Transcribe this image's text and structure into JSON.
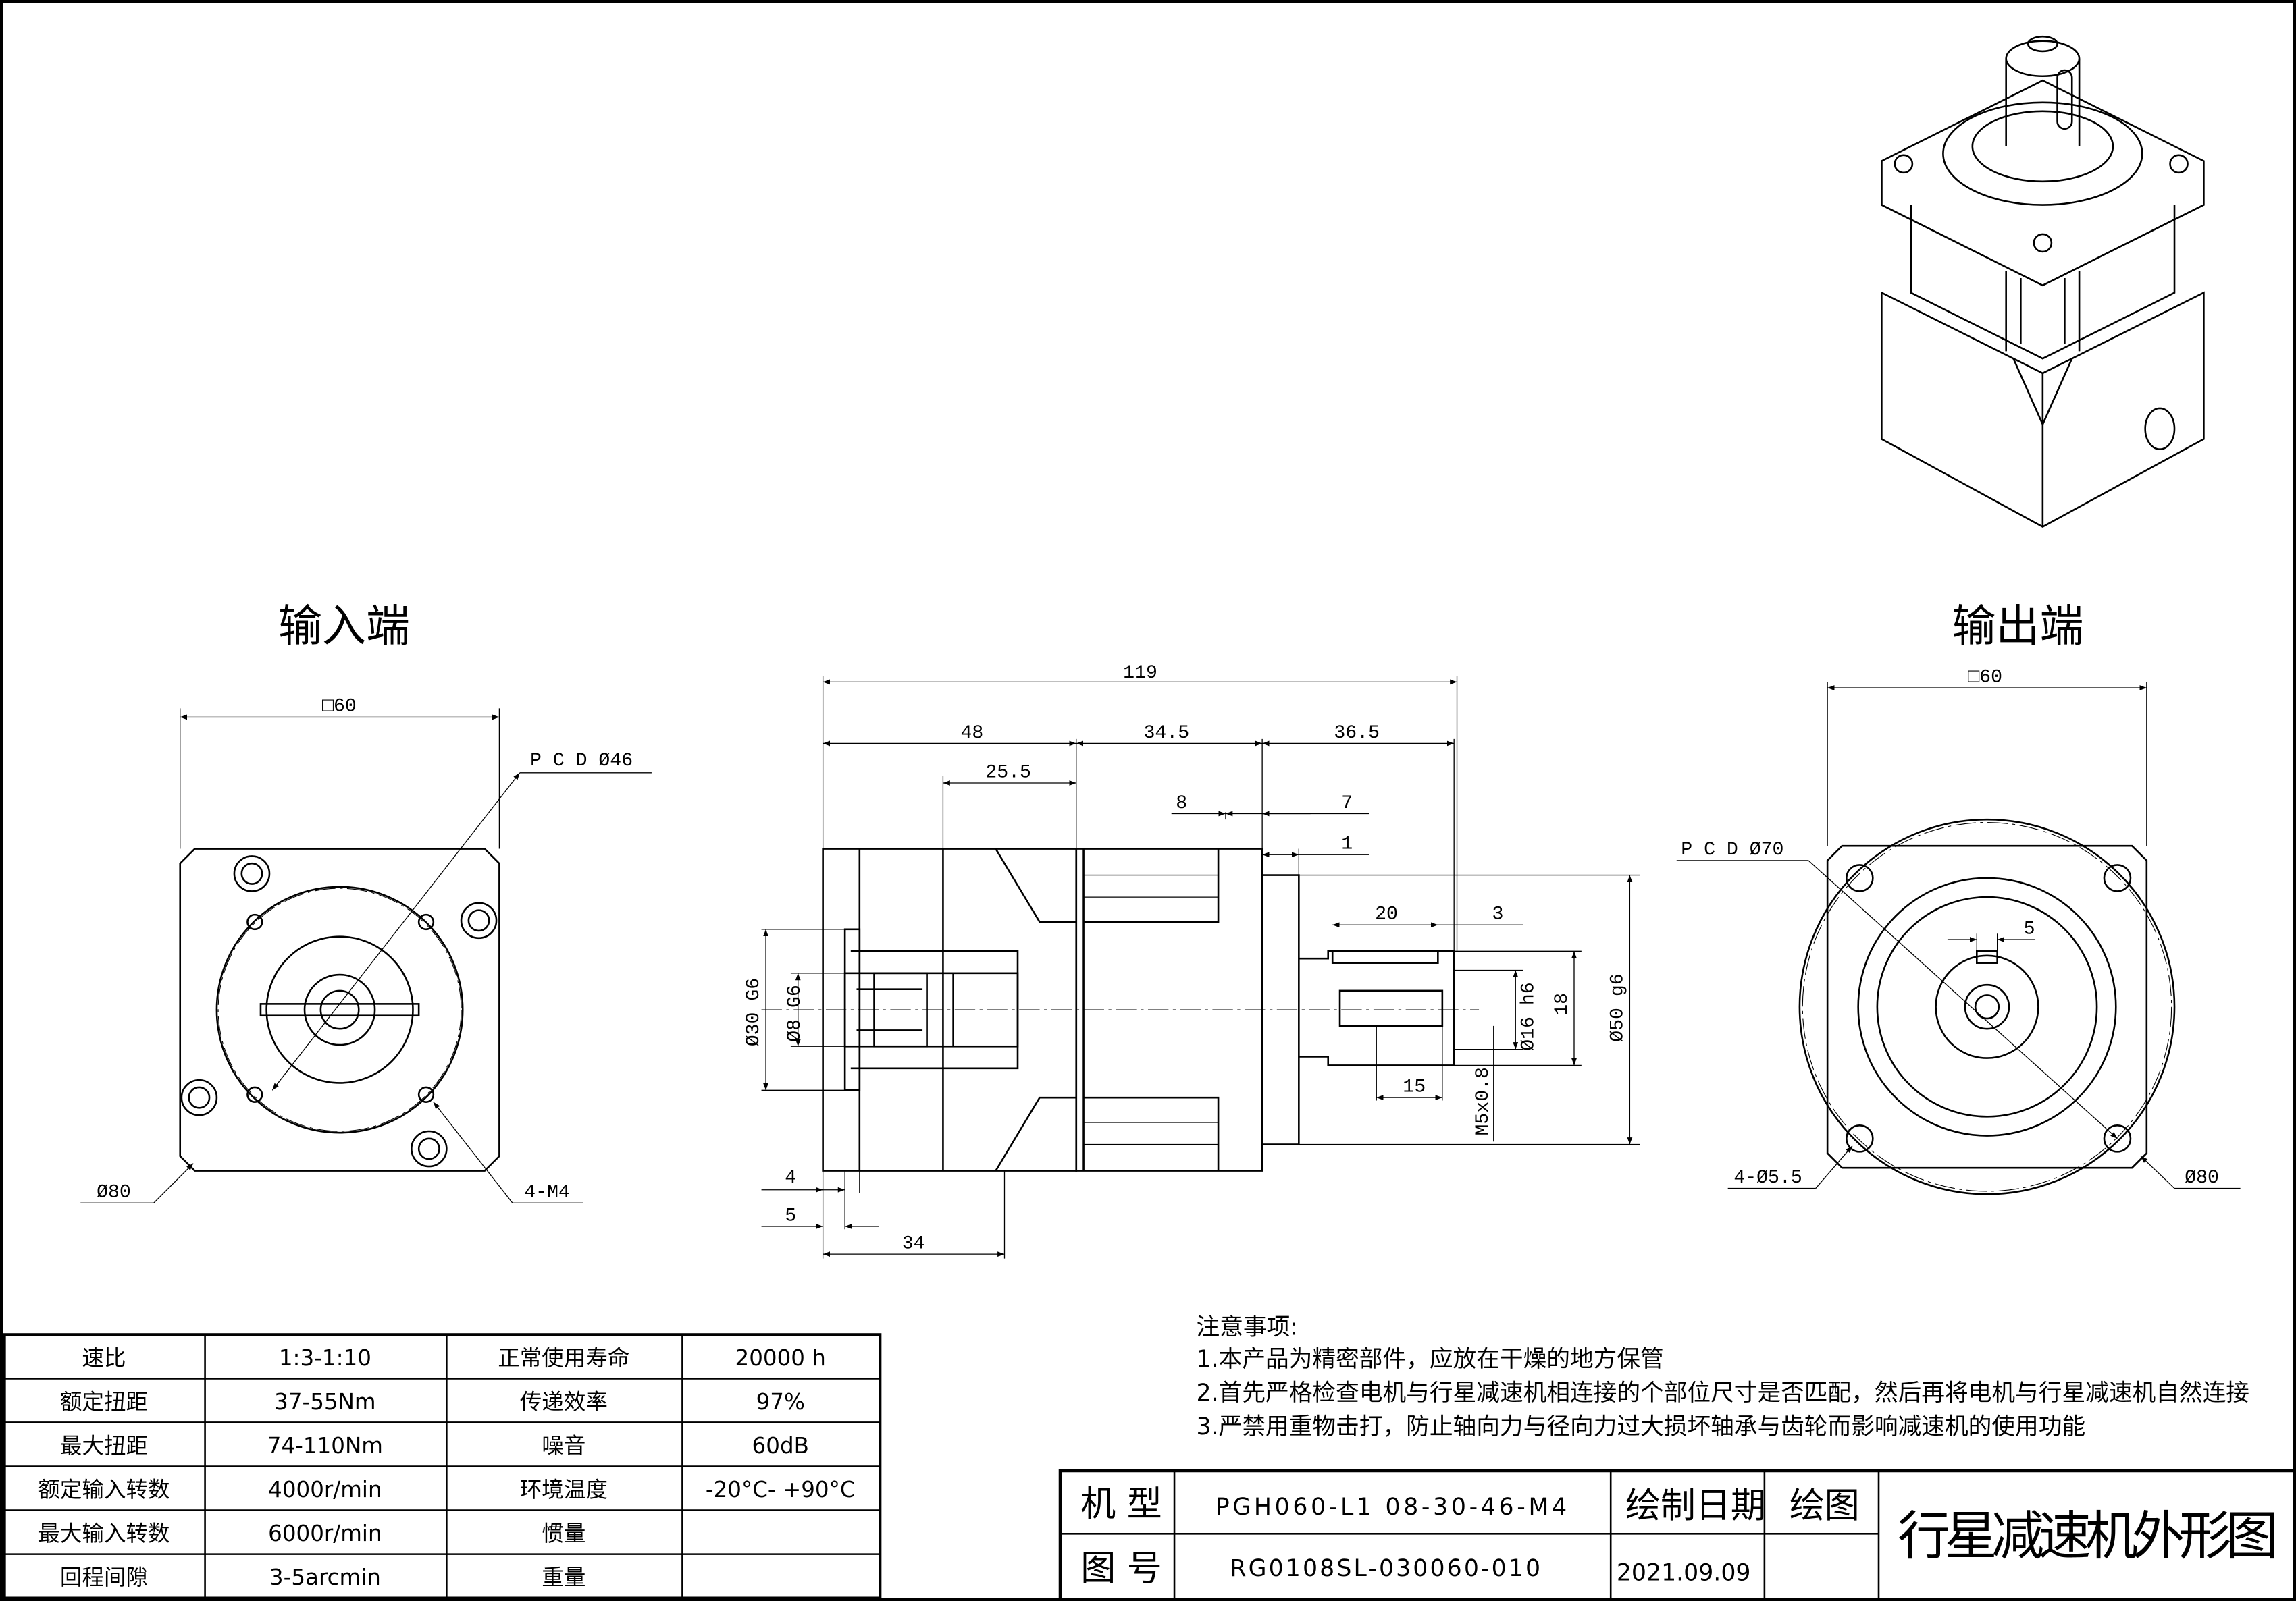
{
  "views": {
    "input_end_title": "输入端",
    "output_end_title": "输出端"
  },
  "input_view_dims": {
    "square": "□60",
    "pcd": "P C D Ø46",
    "dia": "Ø80",
    "holes": "4-M4"
  },
  "output_view_dims": {
    "square": "□60",
    "pcd": "P C D Ø70",
    "key": "5",
    "holes": "4-Ø5.5",
    "dia": "Ø80"
  },
  "side_view_dims": {
    "total": "119",
    "d48": "48",
    "d345": "34.5",
    "d365": "36.5",
    "d255": "25.5",
    "d8": "8",
    "d7": "7",
    "d1": "1",
    "d20": "20",
    "d3": "3",
    "bore30": "Ø30 G6",
    "bore8": "Ø8 G6",
    "shaft16": "Ø16 h6",
    "d18": "18",
    "pilot50": "Ø50 g6",
    "d15": "15",
    "thread": "M5x0.8",
    "d4": "4",
    "d5": "5",
    "d34": "34"
  },
  "spec_table": [
    [
      "速比",
      "1:3-1:10",
      "正常使用寿命",
      "20000 h"
    ],
    [
      "额定扭距",
      "37-55Nm",
      "传递效率",
      "97%"
    ],
    [
      "最大扭距",
      "74-110Nm",
      "噪音",
      "60dB"
    ],
    [
      "额定输入转数",
      "4000r/min",
      "环境温度",
      "-20°C- +90°C"
    ],
    [
      "最大输入转数",
      "6000r/min",
      "惯量",
      ""
    ],
    [
      "回程间隙",
      "3-5arcmin",
      "重量",
      ""
    ]
  ],
  "notes": {
    "heading": "注意事项:",
    "items": [
      "1.本产品为精密部件，应放在干燥的地方保管",
      "2.首先严格检查电机与行星减速机相连接的个部位尺寸是否匹配，然后再将电机与行星减速机自然连接",
      "3.严禁用重物击打，防止轴向力与径向力过大损坏轴承与齿轮而影响减速机的使用功能"
    ]
  },
  "title_block": {
    "model_label": "机 型",
    "model_value": "PGH060-L1 08-30-46-M4",
    "drawing_no_label": "图 号",
    "drawing_no_value": "RG0108SL-030060-010",
    "date_label": "绘制日期",
    "date_value": "2021.09.09",
    "drawn_label": "绘图",
    "drawn_value": "",
    "title": "行星减速机外形图"
  }
}
